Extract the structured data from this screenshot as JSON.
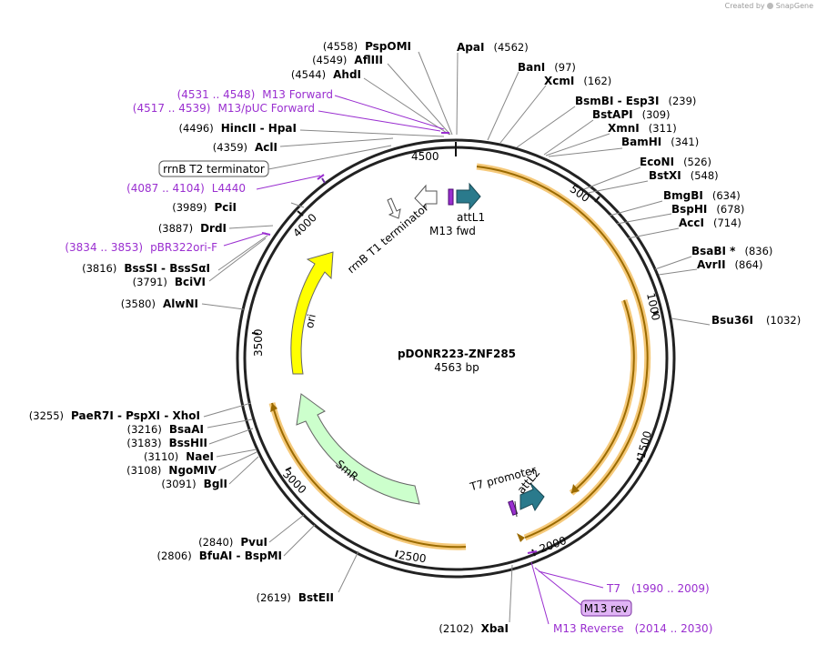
{
  "credit": {
    "prefix": "Created by",
    "brand": "SnapGene"
  },
  "plasmid": {
    "name": "pDONR223-ZNF285",
    "length_label": "4563 bp",
    "length": 4563
  },
  "colors": {
    "backbone": "#222222",
    "arrow_orange": "#b8860b",
    "arrow_glow": "#f5c97a",
    "ori": "#ffff00",
    "smr": "#ccffcc",
    "attl": "#2a7a8c",
    "primer": "#9a2fd0",
    "rrnb": "#ffffff"
  },
  "ticks": [
    {
      "label": "500",
      "bp": 500
    },
    {
      "label": "1000",
      "bp": 1000
    },
    {
      "label": "1500",
      "bp": 1500
    },
    {
      "label": "2000",
      "bp": 2000
    },
    {
      "label": "2500",
      "bp": 2500
    },
    {
      "label": "3000",
      "bp": 3000
    },
    {
      "label": "3500",
      "bp": 3500
    },
    {
      "label": "4000",
      "bp": 4000
    },
    {
      "label": "4500",
      "bp": 4500
    }
  ],
  "features": [
    {
      "name": "ori",
      "label": "ori",
      "color": "#ffff00"
    },
    {
      "name": "smr",
      "label": "SmR",
      "color": "#ccffcc"
    },
    {
      "name": "rrnb-t1",
      "label": "rrnB T1 terminator"
    },
    {
      "name": "attl1",
      "label": "attL1"
    },
    {
      "name": "m13-fwd",
      "label": "M13 fwd"
    },
    {
      "name": "t7-promoter",
      "label": "T7 promoter"
    },
    {
      "name": "attl2",
      "label": "attL2"
    }
  ],
  "boxed_labels": [
    {
      "name": "rrnb-t2",
      "label": "rrnB T2 terminator"
    },
    {
      "name": "m13-rev",
      "label": "M13 rev"
    }
  ],
  "sites": [
    {
      "pos": "(4558)",
      "enzyme": "PspOMI"
    },
    {
      "pos": "(4549)",
      "enzyme": "AflIII"
    },
    {
      "pos": "(4544)",
      "enzyme": "AhdI"
    },
    {
      "pos": "(4531 .. 4548)",
      "enzyme": "M13 Forward",
      "primer": true
    },
    {
      "pos": "(4517 .. 4539)",
      "enzyme": "M13/pUC Forward",
      "primer": true
    },
    {
      "pos": "(4496)",
      "enzyme": "HincII  -  HpaI"
    },
    {
      "pos": "(4359)",
      "enzyme": "AclI"
    },
    {
      "pos": "(4087 .. 4104)",
      "enzyme": "L4440",
      "primer": true
    },
    {
      "pos": "(3989)",
      "enzyme": "PciI"
    },
    {
      "pos": "(3887)",
      "enzyme": "DrdI"
    },
    {
      "pos": "(3834 .. 3853)",
      "enzyme": "pBR322ori-F",
      "primer": true
    },
    {
      "pos": "(3816)",
      "enzyme": "BssSI  -  BssSαI"
    },
    {
      "pos": "(3791)",
      "enzyme": "BciVI"
    },
    {
      "pos": "(3580)",
      "enzyme": "AlwNI"
    },
    {
      "pos": "(3255)",
      "enzyme": "PaeR7I  -  PspXI  -  XhoI"
    },
    {
      "pos": "(3216)",
      "enzyme": "BsaAI"
    },
    {
      "pos": "(3183)",
      "enzyme": "BssHII"
    },
    {
      "pos": "(3110)",
      "enzyme": "NaeI"
    },
    {
      "pos": "(3108)",
      "enzyme": "NgoMIV"
    },
    {
      "pos": "(3091)",
      "enzyme": "BglI"
    },
    {
      "pos": "(2840)",
      "enzyme": "PvuI"
    },
    {
      "pos": "(2806)",
      "enzyme": "BfuAI  -  BspMI"
    },
    {
      "pos": "(2619)",
      "enzyme": "BstEII"
    },
    {
      "pos": "(2102)",
      "enzyme": "XbaI"
    },
    {
      "pos": "(4562)",
      "enzyme": "ApaI"
    },
    {
      "pos": "(97)",
      "enzyme": "BanI"
    },
    {
      "pos": "(162)",
      "enzyme": "XcmI"
    },
    {
      "pos": "(239)",
      "enzyme": "BsmBI  -  Esp3I"
    },
    {
      "pos": "(309)",
      "enzyme": "BstAPI"
    },
    {
      "pos": "(311)",
      "enzyme": "XmnI"
    },
    {
      "pos": "(341)",
      "enzyme": "BamHI"
    },
    {
      "pos": "(526)",
      "enzyme": "EcoNI"
    },
    {
      "pos": "(548)",
      "enzyme": "BstXI"
    },
    {
      "pos": "(634)",
      "enzyme": "BmgBI"
    },
    {
      "pos": "(678)",
      "enzyme": "BspHI"
    },
    {
      "pos": "(714)",
      "enzyme": "AccI"
    },
    {
      "pos": "(836)",
      "enzyme": "BsaBI *"
    },
    {
      "pos": "(864)",
      "enzyme": "AvrII"
    },
    {
      "pos": "(1032)",
      "enzyme": "Bsu36I"
    },
    {
      "pos": "(1990 .. 2009)",
      "enzyme": "T7",
      "primer": true
    },
    {
      "pos": "(2014 .. 2030)",
      "enzyme": "M13 Reverse",
      "primer": true
    }
  ]
}
